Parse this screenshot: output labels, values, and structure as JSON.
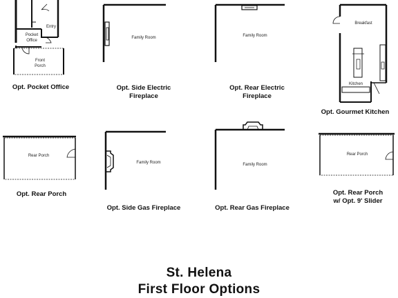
{
  "title": {
    "line1": "St. Helena",
    "line2": "First Floor Options"
  },
  "panels": {
    "pocket_office": {
      "caption": "Opt. Pocket Office",
      "rooms": {
        "pocket": "Pocket",
        "office": "Office",
        "entry": "Entry",
        "front": "Front",
        "porch": "Porch"
      }
    },
    "side_electric_fireplace": {
      "caption_lines": [
        "Opt. Side Electric",
        "Fireplace"
      ],
      "rooms": {
        "family": "Family Room"
      }
    },
    "rear_electric_fireplace": {
      "caption_lines": [
        "Opt. Rear Electric",
        "Fireplace"
      ],
      "rooms": {
        "family": "Family Room"
      }
    },
    "gourmet_kitchen": {
      "caption": "Opt. Gourmet Kitchen",
      "rooms": {
        "breakfast": "Breakfast",
        "kitchen": "Kitchen"
      }
    },
    "rear_porch": {
      "caption": "Opt. Rear Porch",
      "rooms": {
        "porch": "Rear Porch"
      }
    },
    "side_gas_fireplace": {
      "caption": "Opt. Side Gas Fireplace",
      "rooms": {
        "family": "Family Room"
      }
    },
    "rear_gas_fireplace": {
      "caption": "Opt. Rear Gas Fireplace",
      "rooms": {
        "family": "Family Room"
      }
    },
    "rear_porch_slider": {
      "caption_lines": [
        "Opt. Rear Porch",
        "w/ Opt. 9' Slider"
      ],
      "rooms": {
        "porch": "Rear Porch"
      }
    }
  }
}
